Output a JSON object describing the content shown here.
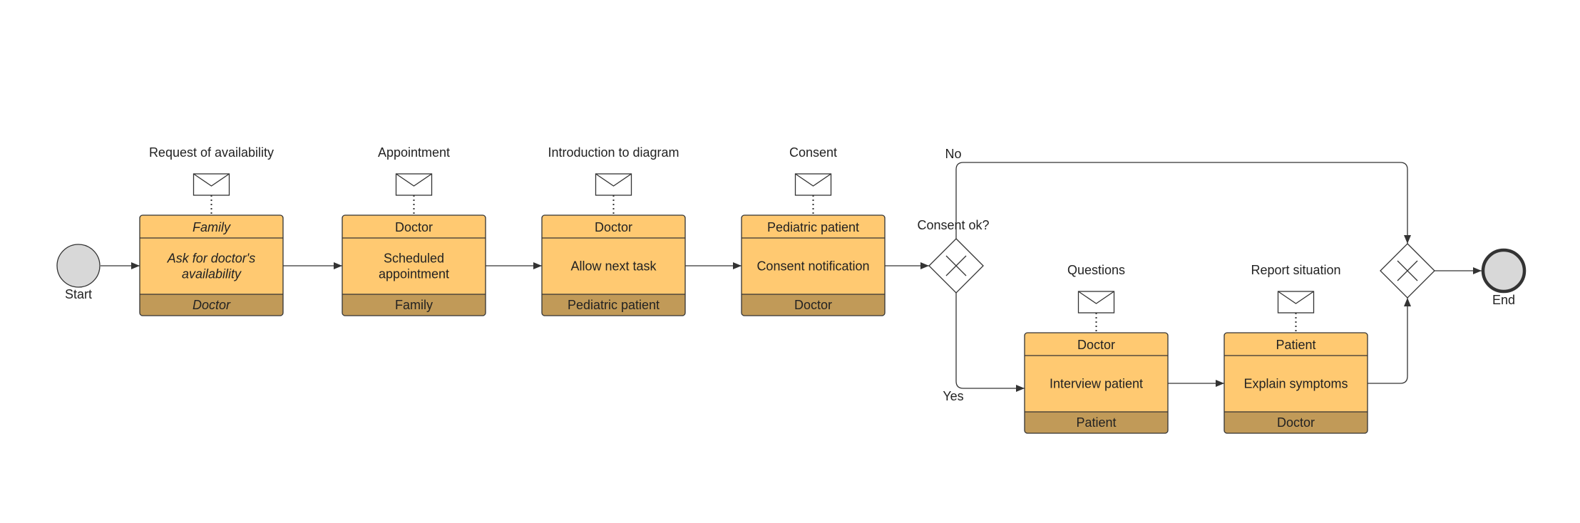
{
  "colors": {
    "task_fill": "#FFC971",
    "task_band_bottom": "#C19A58",
    "stroke": "#333333",
    "event_fill": "#D8D8D8",
    "background": "#FFFFFF"
  },
  "events": {
    "start_label": "Start",
    "end_label": "End"
  },
  "tasks": [
    {
      "initiator": "Family",
      "name_lines": [
        "Ask for doctor's",
        "availability"
      ],
      "participant": "Doctor",
      "message": "Request of availability",
      "italic": true
    },
    {
      "initiator": "Doctor",
      "name_lines": [
        "Scheduled",
        "appointment"
      ],
      "participant": "Family",
      "message": "Appointment",
      "italic": false
    },
    {
      "initiator": "Doctor",
      "name_lines": [
        "Allow next task"
      ],
      "participant": "Pediatric patient",
      "message": "Introduction to diagram",
      "italic": false
    },
    {
      "initiator": "Pediatric patient",
      "name_lines": [
        "Consent notification"
      ],
      "participant": "Doctor",
      "message": "Consent",
      "italic": false
    },
    {
      "initiator": "Doctor",
      "name_lines": [
        "Interview patient"
      ],
      "participant": "Patient",
      "message": "Questions",
      "italic": false
    },
    {
      "initiator": "Patient",
      "name_lines": [
        "Explain symptoms"
      ],
      "participant": "Doctor",
      "message": "Report situation",
      "italic": false
    }
  ],
  "gateways": {
    "split_label": "Consent ok?",
    "flow_no": "No",
    "flow_yes": "Yes"
  },
  "icons": {
    "message": "envelope-icon",
    "gateway": "exclusive-gateway-x-icon",
    "arrow": "arrowhead-icon"
  }
}
